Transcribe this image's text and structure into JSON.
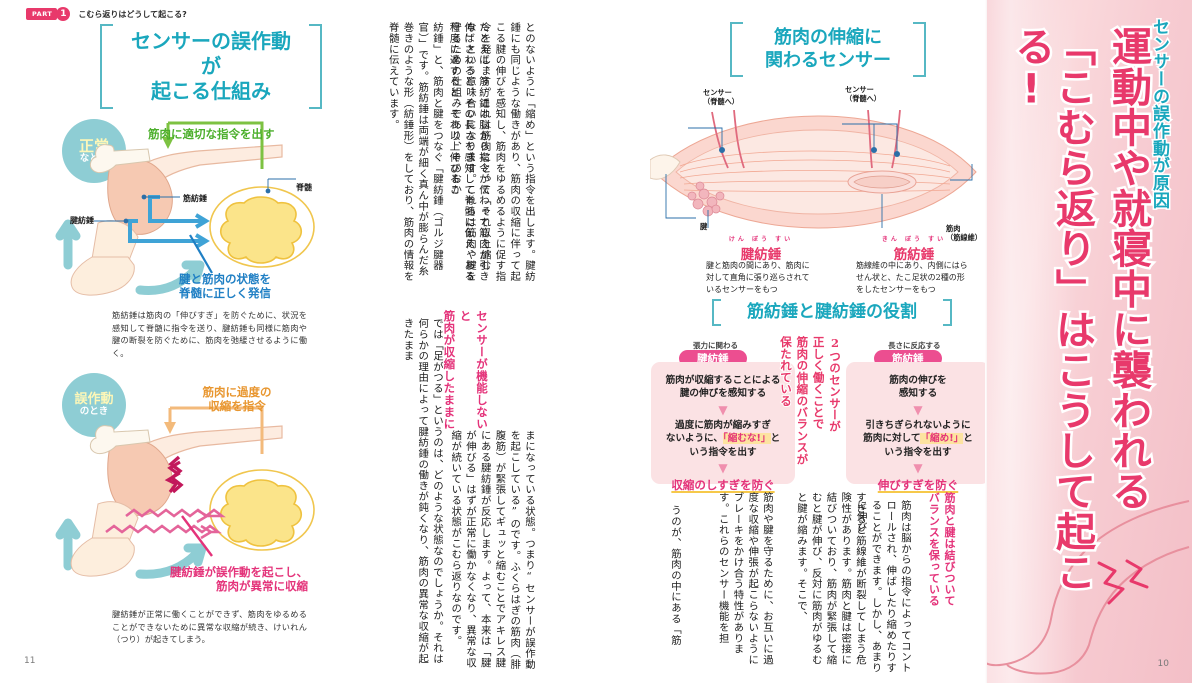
{
  "spread": {
    "part_tag": {
      "pill": "PART",
      "number": "1",
      "label": "こむら返りはどうして起こる?"
    },
    "page_left": "11",
    "page_right": "10"
  },
  "banner": {
    "subtitle": "センサーの誤作動が原因",
    "title_line1": "運動中や就寝中に襲われる",
    "title_line2": "「こむら返り」はこうして起こる!",
    "accent_pink": "#e8396b",
    "accent_teal": "#1aa7bd",
    "bg": "#f7ccd2"
  },
  "left_page": {
    "heading": "センサーの誤作動が\n起こる仕組み",
    "normal": {
      "badge_line1": "正常",
      "badge_line2": "なとき",
      "label_green": "筋肉に適切な指令を出す",
      "label_spindle": "筋紡錘",
      "label_tendon": "腱紡錘",
      "label_spine": "脊髄",
      "label_blue": "腱と筋肉の状態を\n脊髄に正しく発信",
      "caption": "筋紡錘は筋肉の「伸びすぎ」を防ぐために、状況を感知して脊髄に指令を送り、腱紡錘も同様に筋肉や腱の断裂を防ぐために、筋肉を弛緩させるように働く。"
    },
    "malfunction": {
      "badge_line1": "誤作動",
      "badge_line2": "のとき",
      "label_orange": "筋肉に過度の\n収縮を指令",
      "label_pink": "腱紡錘が誤作動を起こし、\n筋肉が異常に収縮",
      "caption": "腱紡錘が正常に働くことができず、筋肉をゆるめることができないために異常な収縮が続き、けいれん（つり）が起きてしまう。"
    },
    "columns": [
      {
        "id": "col-1",
        "red": false,
        "text": "紡錘」と、筋肉と腱をつなぐ「腱紡錘（ゴルジ腱器官）」です。筋紡錘は両端が細く真ん中が膨らんだ糸巻きのような形（紡錘形）をしており、筋肉の情報を脊髄に伝えています。"
      },
      {
        "id": "col-2",
        "red": false,
        "text": "たとえば、筋紡錘は脳から指令が伝わって筋肉が引き伸ばされると、その長さを感知して脊髄に伝え、ある程度に達すると、それ以上伸びるこ"
      },
      {
        "id": "col-3",
        "red": false,
        "text": "とのないように「縮め」という指令を出します。腱紡錘にも同じような働きがあり、筋肉の収縮に伴って起こる腱の伸びを感知し、筋肉をゆるめるように促す指令を発します。これは筋肉にとって「それ以上縮むな」という意味合いになります。これらは筋肉や腱を守るための仕組みであり、そのおか"
      },
      {
        "id": "col-4",
        "red": true,
        "text": "センサーが機能しないと\n筋肉が収縮したままに"
      },
      {
        "id": "col-5",
        "red": false,
        "text": "では「足がつる」というのは、どのような状態なのでしょうか。それは何らかの理由によって腱紡錘の働きが鈍くなり、筋肉の異常な収縮が起きたまま"
      },
      {
        "id": "col-6",
        "red": false,
        "text": "まになっている状態。つまり“センサーが誤作動を起こしている”のです。ふくらはぎの筋肉（腓腹筋）が緊張してギュッと縮むことでアキレス腱にある腱紡錘が反応します。よって、本来は「腱が伸びる」はずが正常に働かなくなり、異常な収縮が続いている状態がこむら返りなのです。"
      }
    ]
  },
  "right_page": {
    "sensor_panel": {
      "heading": "筋肉の伸縮に\n関わるセンサー",
      "tag_left": "センサー\n（脊髄へ）",
      "tag_right": "センサー\n（脊髄へ）",
      "tag_tendon": "腱",
      "tag_muscle": "筋肉\n（筋線維）",
      "item_left": {
        "ruby": "けん ぼう すい",
        "name": "腱紡錘",
        "desc": "腱と筋肉の間にあり、筋肉に対して直角に張り巡らされているセンサーをもつ"
      },
      "item_right": {
        "ruby": "きん ぼう すい",
        "name": "筋紡錘",
        "desc": "筋線維の中にあり、内側にはらせん状と、たこ足状の2種の形をしたセンサーをもつ"
      }
    },
    "roles_panel": {
      "heading": "筋紡錘と腱紡錘の役割",
      "left": {
        "sub": "張力に関わる",
        "title": "腱紡錘",
        "line1": "筋肉が収縮することによる\n腱の伸びを感知する",
        "line2_a": "過度に筋肉が縮みすぎ\nないように、",
        "line2_hl": "「縮むな!」",
        "line2_b": "と\nいう指令を出す",
        "final": "収縮のしすぎを防ぐ"
      },
      "right": {
        "sub": "長さに反応する",
        "title": "筋紡錘",
        "line1": "筋肉の伸びを\n感知する",
        "line2_a": "引きちぎられないように\n筋肉に対して",
        "line2_hl": "「縮め!」",
        "line2_b": "と\nいう指令を出す",
        "final": "伸びすぎを防ぐ"
      },
      "balance": "2つのセンサーが\n正しく働くことで\n筋肉の伸縮のバランスが\n保たれている"
    },
    "columns": [
      {
        "id": "rcol-1",
        "red": true,
        "text": "筋肉と腱は結びついて\nバランスを保っている"
      },
      {
        "id": "rcol-2",
        "red": false,
        "text": "筋肉は脳からの指令によってコントロールされ、伸ばしたり縮めたりすることができます。しかし、あまりに伸び"
      },
      {
        "id": "rcol-3",
        "red": false,
        "text": "すぎると筋線維が断裂してしまう危険性があります。筋肉と腱は密接に結びついており、筋肉が緊張して縮むと腱が伸び、反対に筋肉がゆるむと腱が縮みます。そこで、"
      },
      {
        "id": "rcol-4",
        "red": false,
        "text": "筋肉や腱を守るために、お互いに過度な収縮や伸張が起こらないようにブレーキをかけ合う特性があります。これらのセンサー機能を担"
      },
      {
        "id": "rcol-5",
        "red": false,
        "text": "うのが、筋肉の中にある「筋"
      }
    ]
  }
}
